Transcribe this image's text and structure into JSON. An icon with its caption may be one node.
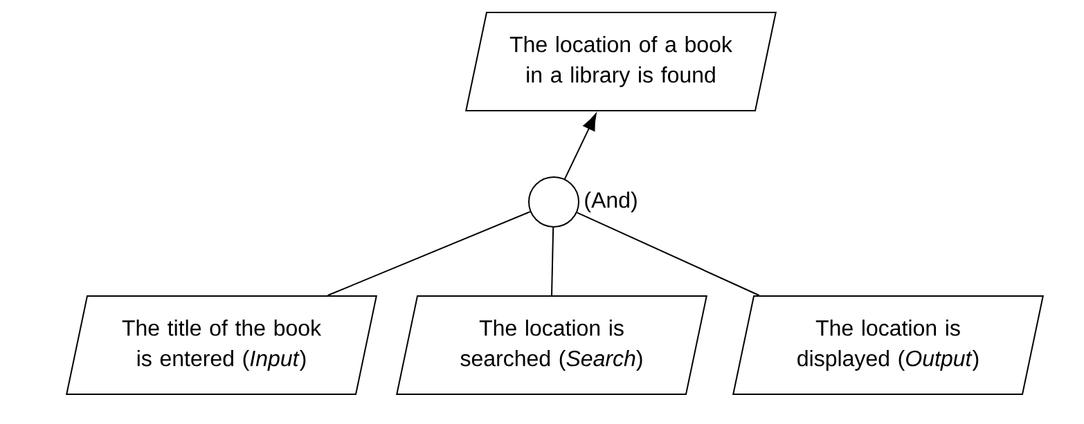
{
  "diagram": {
    "nodes": [
      {
        "text": [
          "The location of a book in a library is found"
        ]
      },
      {
        "text": [],
        "shape": "circle",
        "beside": [
          "(And)"
        ]
      },
      {
        "text": [
          "The title of the book is entered (*Input*)"
        ]
      },
      {
        "text": [
          "The location is searched (*Search*)"
        ]
      },
      {
        "text": [
          "The location is displayed (*Output*)"
        ]
      }
    ],
    "edges": [
      {
        "from": 1,
        "to": 0,
        "arrow": "to"
      },
      {
        "from": 2,
        "to": 1,
        "arrow": "none"
      },
      {
        "from": 3,
        "to": 1,
        "arrow": "none"
      },
      {
        "from": 4,
        "to": 1,
        "arrow": "none"
      }
    ]
  }
}
